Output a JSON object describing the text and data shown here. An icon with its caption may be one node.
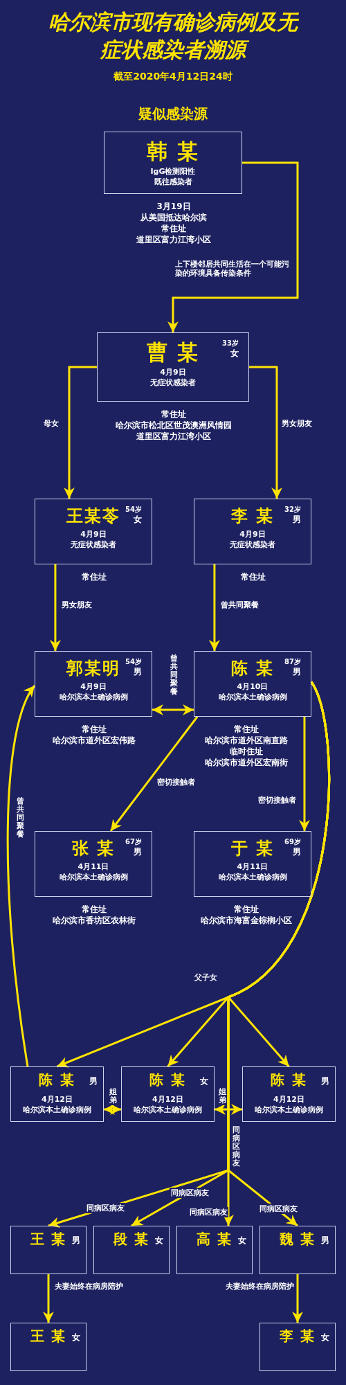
{
  "diagram": {
    "title": "哈尔滨市现有确诊病例及无症状感染者溯源",
    "nodes": [
      {
        "text": [
          "疑似感染源",
          "韩 某",
          "IgG检测阳性",
          "既往感染者"
        ],
        "beside": [
          "3月19日",
          "从美国抵达哈尔滨",
          "常住址",
          "道里区富力江湾小区"
        ]
      },
      {
        "text": [
          "曹 某",
          "33岁",
          "女",
          "4月9日",
          "无症状感染者"
        ],
        "beside": [
          "常住址",
          "哈尔滨市松北区世茂澳洲风情园",
          "道里区富力江湾小区"
        ]
      },
      {
        "text": [
          "王某苓",
          "54岁",
          "女",
          "4月9日",
          "无症状感染者"
        ],
        "beside": [
          "常住址"
        ]
      },
      {
        "text": [
          "李 某",
          "32岁",
          "男",
          "4月9日",
          "无症状感染者"
        ],
        "beside": [
          "常住址"
        ]
      },
      {
        "text": [
          "郭某明",
          "54岁",
          "男",
          "4月9日",
          "哈尔滨本土确诊病例"
        ],
        "beside": [
          "常住址",
          "哈尔滨市道外区宏伟路"
        ]
      },
      {
        "text": [
          "陈 某",
          "87岁",
          "男",
          "4月10日",
          "哈尔滨本土确诊病例"
        ],
        "beside": [
          "常住址",
          "哈尔滨市道外区南直路",
          "临时住址",
          "哈尔滨市道外区宏南街"
        ]
      },
      {
        "text": [
          "张 某",
          "67岁",
          "男",
          "4月11日",
          "哈尔滨本土确诊病例"
        ],
        "beside": [
          "常住址",
          "哈尔滨市香坊区农林街"
        ]
      },
      {
        "text": [
          "于 某",
          "69岁",
          "男",
          "4月11日",
          "哈尔滨本土确诊病例"
        ],
        "beside": [
          "常住址",
          "哈尔滨市海富金棕榈小区"
        ]
      },
      {
        "text": [
          "陈 某",
          "男",
          "4月12日",
          "哈尔滨本土确诊病例"
        ]
      },
      {
        "text": [
          "陈 某",
          "女",
          "4月12日",
          "哈尔滨本土确诊病例"
        ]
      },
      {
        "text": [
          "陈 某",
          "男",
          "4月12日",
          "哈尔滨本土确诊病例"
        ]
      },
      {
        "text": [
          "王 某",
          "男"
        ]
      },
      {
        "text": [
          "段 某",
          "女"
        ]
      },
      {
        "text": [
          "高 某",
          "女"
        ]
      },
      {
        "text": [
          "魏 某",
          "男"
        ]
      },
      {
        "text": [
          "王 某",
          "女"
        ]
      },
      {
        "text": [
          "李 某",
          "女"
        ]
      }
    ],
    "edges": [
      {
        "from": 0,
        "to": 1,
        "arrow": "to",
        "label": "上下楼邻居共同生活在一个可能污染的环境具备传染条件"
      },
      {
        "from": 1,
        "to": 2,
        "arrow": "to",
        "label": "母女"
      },
      {
        "from": 1,
        "to": 3,
        "arrow": "to",
        "label": "男女朋友"
      },
      {
        "from": 2,
        "to": 4,
        "arrow": "to",
        "label": "男女朋友"
      },
      {
        "from": 3,
        "to": 5,
        "arrow": "to",
        "label": "曾共同聚餐"
      },
      {
        "from": 4,
        "to": 5,
        "arrow": "both",
        "label": "曾共同聚餐"
      },
      {
        "from": 5,
        "to": 6,
        "arrow": "to",
        "label": "密切接触者"
      },
      {
        "from": 5,
        "to": 7,
        "arrow": "to",
        "label": "密切接触者"
      },
      {
        "from": 5,
        "to": 8,
        "arrow": "to"
      },
      {
        "from": 5,
        "to": 9,
        "arrow": "to",
        "label": "父子女"
      },
      {
        "from": 5,
        "to": 10,
        "arrow": "to"
      },
      {
        "from": 8,
        "to": 4,
        "arrow": "to",
        "label": "曾共同聚餐"
      },
      {
        "from": 8,
        "to": 9,
        "arrow": "both",
        "label": "姐弟"
      },
      {
        "from": 9,
        "to": 10,
        "arrow": "both",
        "label": "姐弟"
      },
      {
        "from": 5,
        "to": 11,
        "arrow": "to",
        "label": "同病区病友"
      },
      {
        "from": 5,
        "to": 12,
        "arrow": "to",
        "label": "同病区病友"
      },
      {
        "from": 5,
        "to": 13,
        "arrow": "to",
        "label": "同病区病友"
      },
      {
        "from": 5,
        "to": 14,
        "arrow": "to",
        "label": "同病区病友"
      },
      {
        "from": 11,
        "to": 15,
        "arrow": "to",
        "label": "夫妻始终在病房陪护"
      },
      {
        "from": 14,
        "to": 16,
        "arrow": "to",
        "label": "夫妻始终在病房陪护"
      }
    ],
    "labels": [
      "截至2020年4月12日24时",
      "同病区病友"
    ]
  }
}
